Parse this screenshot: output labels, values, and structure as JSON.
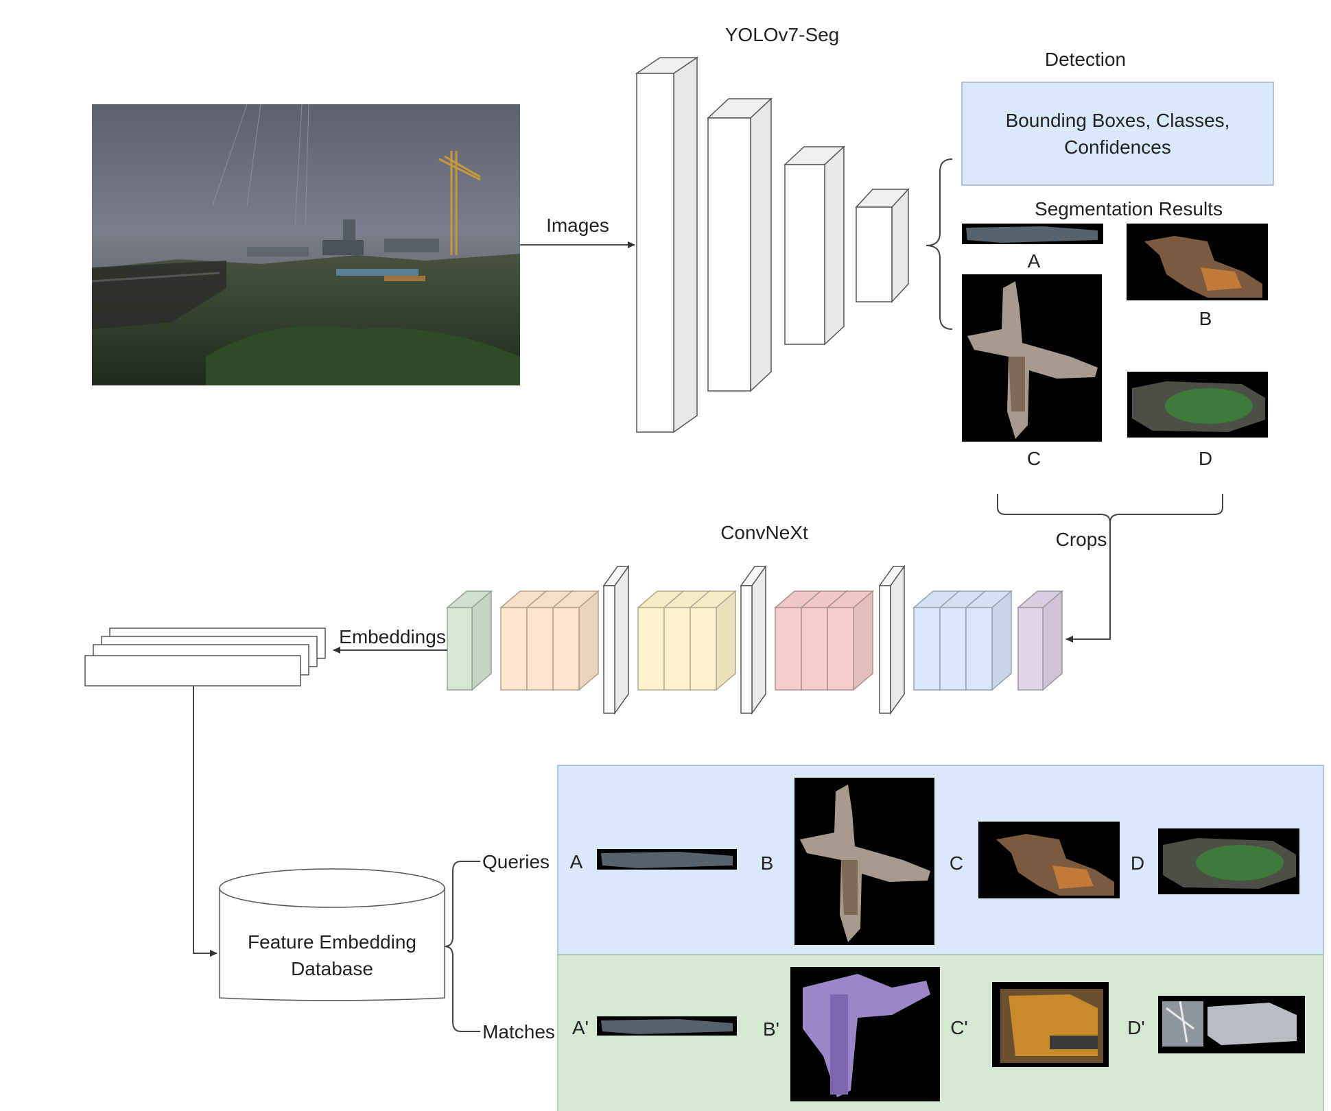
{
  "labels": {
    "yolo": "YOLOv7-Seg",
    "detection": "Detection",
    "detection_box_line1": "Bounding Boxes, Classes,",
    "detection_box_line2": "Confidences",
    "segmentation": "Segmentation Results",
    "images": "Images",
    "convnext": "ConvNeXt",
    "crops": "Crops",
    "embeddings": "Embeddings",
    "db_line1": "Feature Embedding",
    "db_line2": "Database",
    "queries": "Queries",
    "matches": "Matches"
  },
  "segments": {
    "a": "A",
    "b": "B",
    "c": "C",
    "d": "D"
  },
  "queries": {
    "a": "A",
    "b": "B",
    "c": "C",
    "d": "D"
  },
  "matches": {
    "a": "A'",
    "b": "B'",
    "c": "C'",
    "d": "D'"
  },
  "colors": {
    "detection_fill": "#dae8fc",
    "queries_panel": "#dae8fc",
    "matches_panel": "#d5e8d4",
    "stem": "#d5e8d4",
    "stage1": "#ffe6cc",
    "stage2": "#fff2cc",
    "stage3": "#f8cecc",
    "stage4": "#dae8fc",
    "head": "#e1d5e7",
    "downsample": "#ffffff"
  }
}
